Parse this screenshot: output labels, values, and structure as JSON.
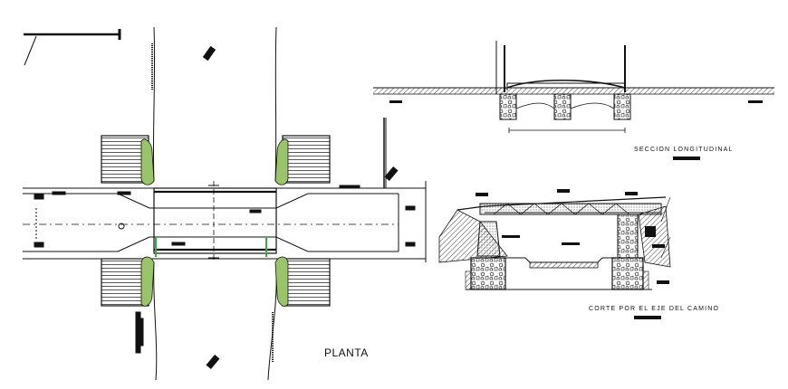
{
  "labels": {
    "plan": "PLANTA",
    "longitudinal_section": "SECCION LONGITUDINAL",
    "road_axis_section": "CORTE POR EL EJE DEL CAMINO"
  },
  "colors": {
    "line": "#111111",
    "vegetation": "#9bc46a",
    "accent_green": "#3aa84a",
    "background": "#ffffff"
  },
  "icons": [
    "north-arrow-icon",
    "section-marker-icon"
  ]
}
